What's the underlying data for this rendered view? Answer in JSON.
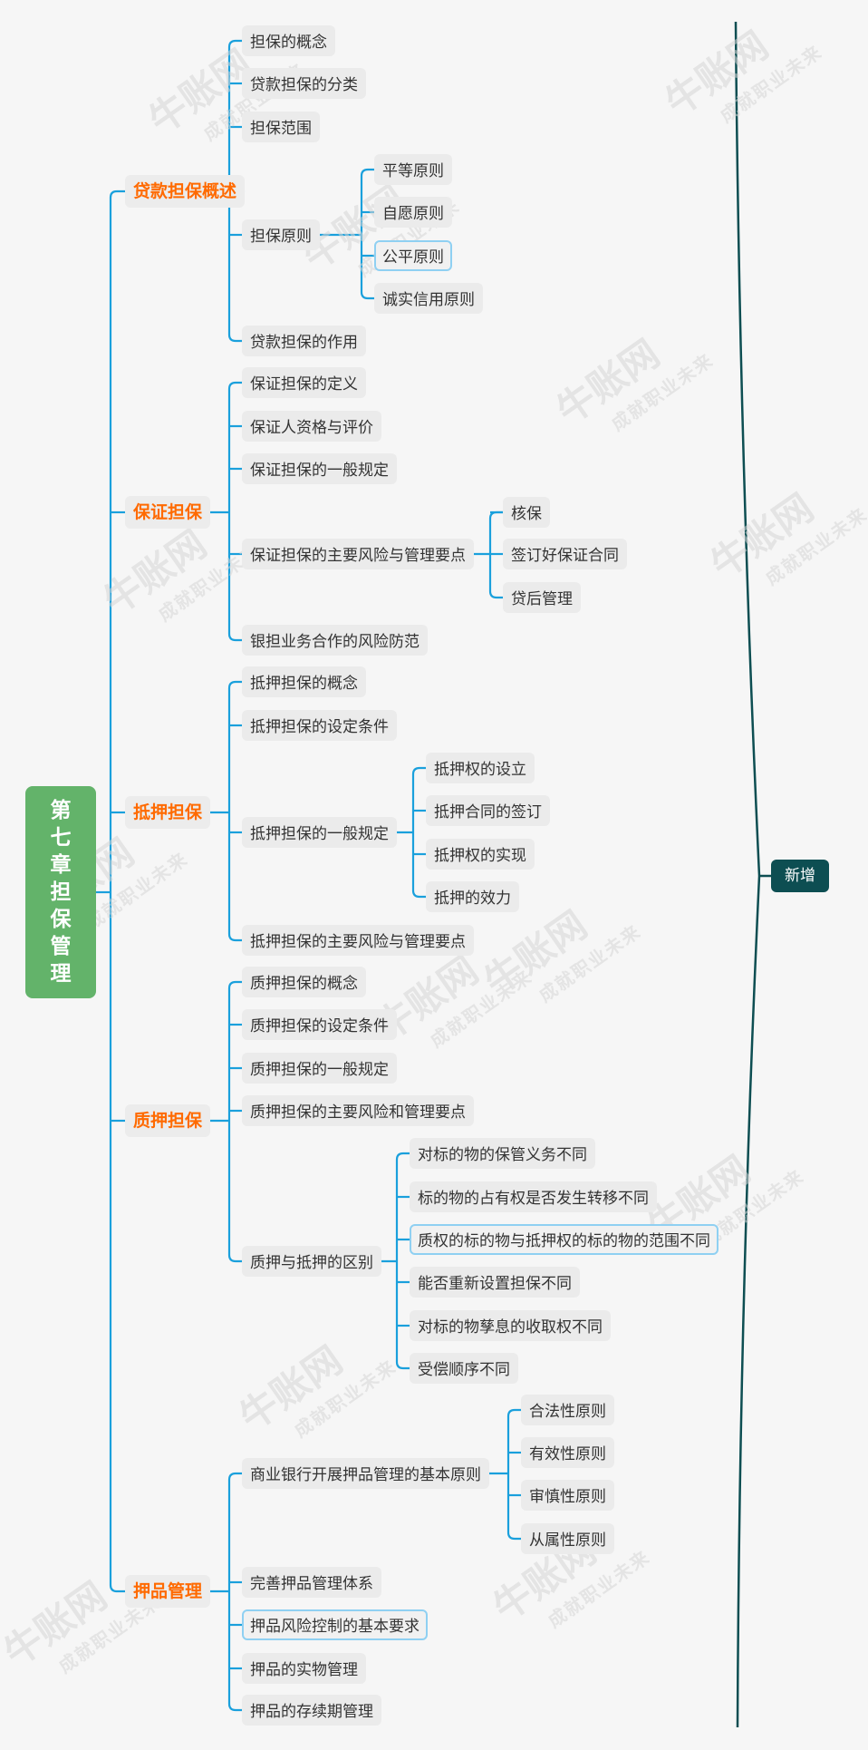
{
  "root": {
    "title": "第七章担保管理"
  },
  "side_tag": "新增",
  "watermark": {
    "brand": "牛账网",
    "slogan": "成就职业未来"
  },
  "colors": {
    "line": "#1aa0dc",
    "root_bg": "#63b36a",
    "l1_text": "#ff6a00",
    "badge_bg": "#0d4e52",
    "summary_line": "#0d4e52"
  },
  "branches": [
    {
      "label": "贷款担保概述",
      "children": [
        {
          "label": "担保的概念"
        },
        {
          "label": "贷款担保的分类"
        },
        {
          "label": "担保范围"
        },
        {
          "label": "担保原则",
          "children": [
            {
              "label": "平等原则"
            },
            {
              "label": "自愿原则"
            },
            {
              "label": "公平原则",
              "highlight": true
            },
            {
              "label": "诚实信用原则"
            }
          ]
        },
        {
          "label": "贷款担保的作用"
        }
      ]
    },
    {
      "label": "保证担保",
      "children": [
        {
          "label": "保证担保的定义"
        },
        {
          "label": "保证人资格与评价"
        },
        {
          "label": "保证担保的一般规定"
        },
        {
          "label": "保证担保的主要风险与管理要点",
          "children": [
            {
              "label": "核保"
            },
            {
              "label": "签订好保证合同"
            },
            {
              "label": "贷后管理"
            }
          ]
        },
        {
          "label": "银担业务合作的风险防范"
        }
      ]
    },
    {
      "label": "抵押担保",
      "children": [
        {
          "label": "抵押担保的概念"
        },
        {
          "label": "抵押担保的设定条件"
        },
        {
          "label": "抵押担保的一般规定",
          "children": [
            {
              "label": "抵押权的设立"
            },
            {
              "label": "抵押合同的签订"
            },
            {
              "label": "抵押权的实现"
            },
            {
              "label": "抵押的效力"
            }
          ]
        },
        {
          "label": "抵押担保的主要风险与管理要点"
        }
      ]
    },
    {
      "label": "质押担保",
      "children": [
        {
          "label": "质押担保的概念"
        },
        {
          "label": "质押担保的设定条件"
        },
        {
          "label": "质押担保的一般规定"
        },
        {
          "label": "质押担保的主要风险和管理要点"
        },
        {
          "label": "质押与抵押的区别",
          "children": [
            {
              "label": "对标的物的保管义务不同"
            },
            {
              "label": "标的物的占有权是否发生转移不同"
            },
            {
              "label": "质权的标的物与抵押权的标的物的范围不同",
              "highlight": true
            },
            {
              "label": "能否重新设置担保不同"
            },
            {
              "label": "对标的物孳息的收取权不同"
            },
            {
              "label": "受偿顺序不同"
            }
          ]
        }
      ]
    },
    {
      "label": "押品管理",
      "children": [
        {
          "label": "商业银行开展押品管理的基本原则",
          "children": [
            {
              "label": "合法性原则"
            },
            {
              "label": "有效性原则"
            },
            {
              "label": "审慎性原则"
            },
            {
              "label": "从属性原则"
            }
          ]
        },
        {
          "label": "完善押品管理体系"
        },
        {
          "label": "押品风险控制的基本要求",
          "highlight": true
        },
        {
          "label": "押品的实物管理"
        },
        {
          "label": "押品的存续期管理"
        }
      ]
    }
  ]
}
